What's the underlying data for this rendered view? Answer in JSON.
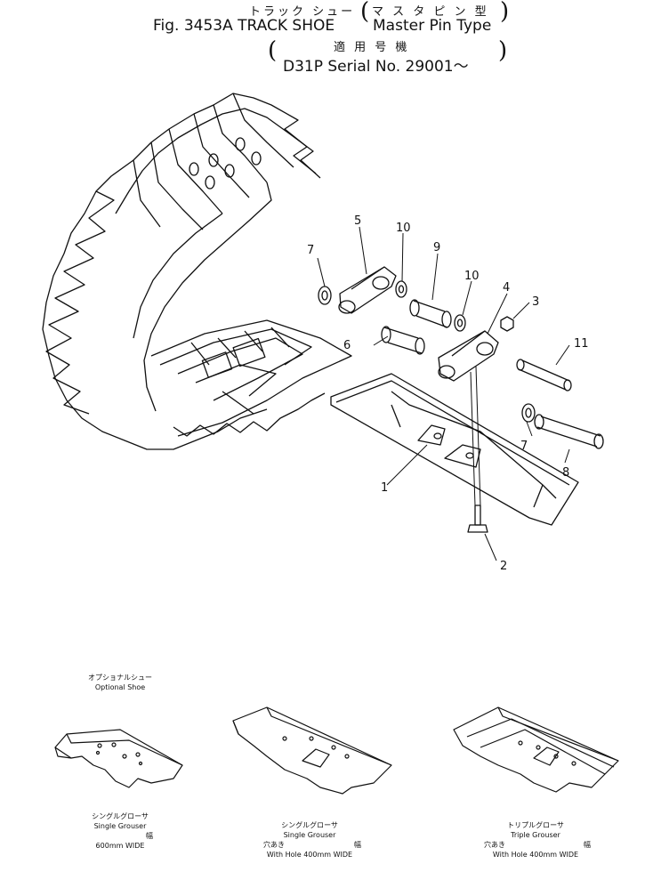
{
  "header": {
    "jp_title": "トラック シュー",
    "jp_type": "マ ス タ ピ ン 型",
    "fig_line_prefix": "Fig. 3453A TRACK SHOE",
    "type_en": "Master Pin Type",
    "jp_applicable": "適 用 号 機",
    "serial": "D31P Serial No. 29001～"
  },
  "callouts": [
    "1",
    "2",
    "3",
    "4",
    "5",
    "6",
    "7",
    "7",
    "8",
    "9",
    "10",
    "10",
    "11"
  ],
  "optional_shoe": {
    "jp": "オプショナルシュー",
    "en": "Optional Shoe"
  },
  "shoes": [
    {
      "jp": "シングルグローサ",
      "en": "Single Grouser",
      "hole_jp": "",
      "width_jp": "幅",
      "width_en": "600mm WIDE"
    },
    {
      "jp": "シングルグローサ",
      "en": "Single Grouser",
      "hole_jp": "穴あき",
      "width_jp": "幅",
      "width_en": "With Hole 400mm WIDE"
    },
    {
      "jp": "トリプルグローサ",
      "en": "Triple Grouser",
      "hole_jp": "穴あき",
      "width_jp": "幅",
      "width_en": "With Hole 400mm WIDE"
    }
  ]
}
